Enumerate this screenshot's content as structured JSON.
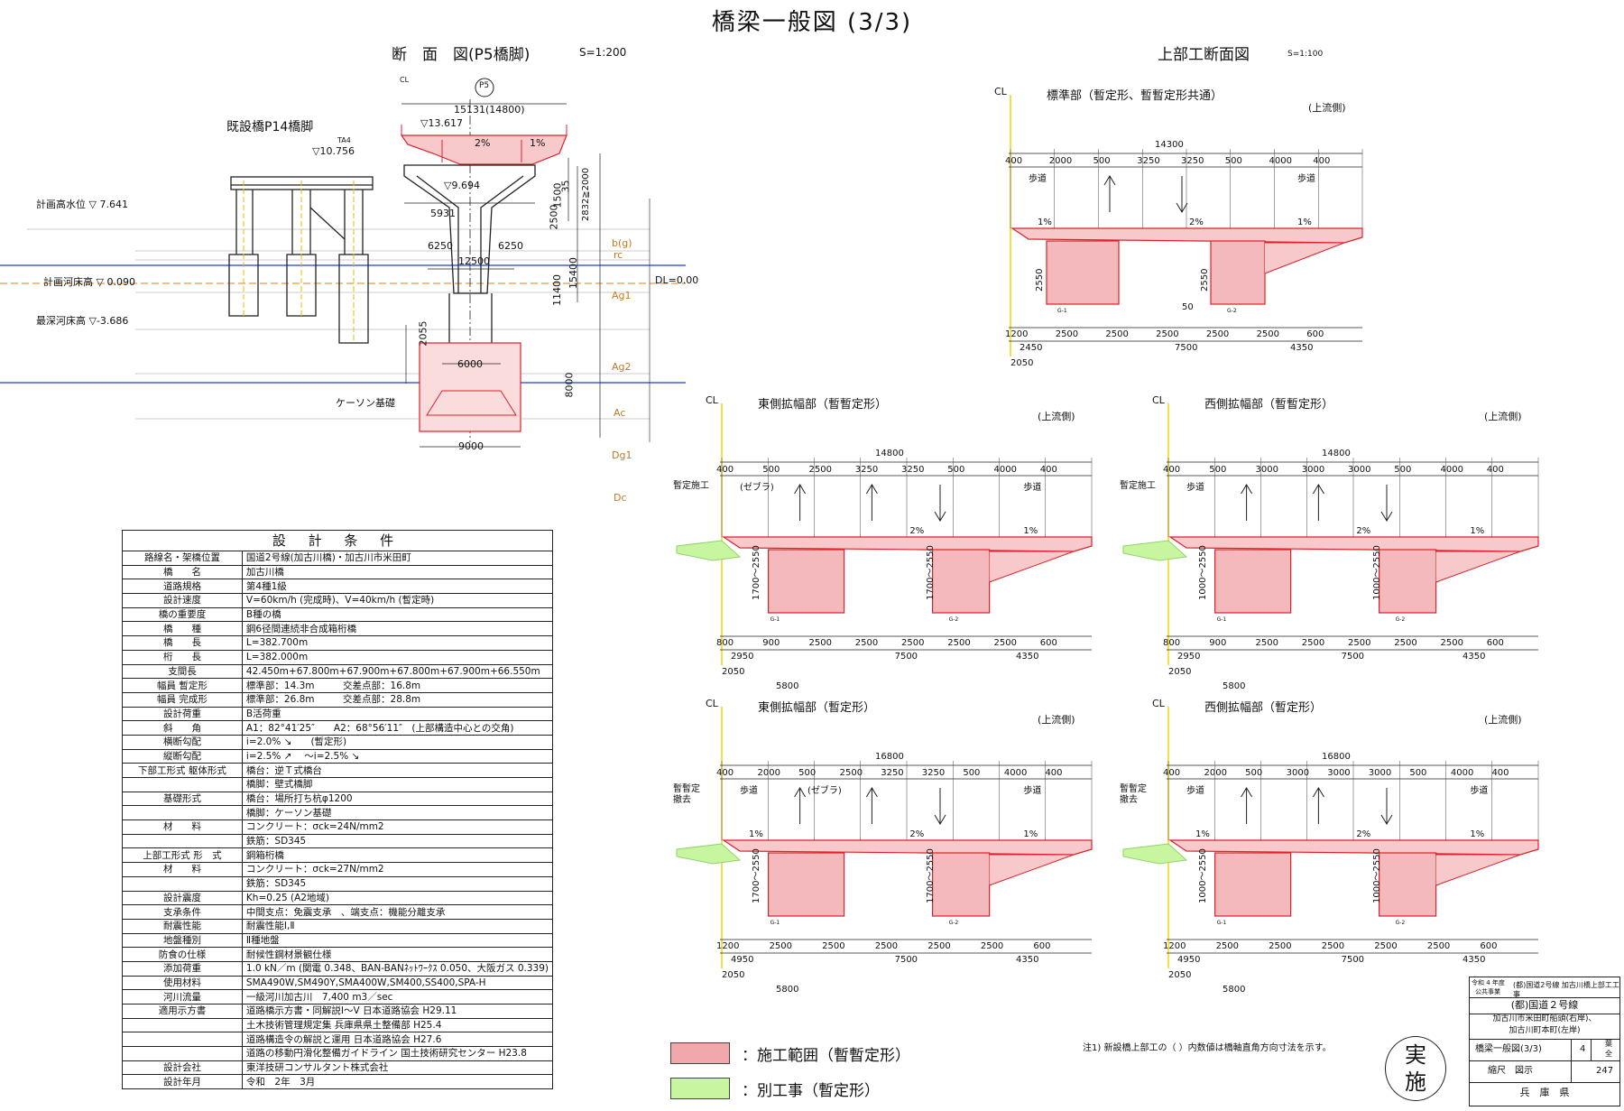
{
  "title": "橋梁一般図 (3/3)",
  "left_section": {
    "title": "断　面　図(P5橋脚)",
    "scale": "S=1:200",
    "existing_pier": "既設橋P14橋脚",
    "cl": "CL",
    "pier_tag": "P5",
    "ta": "TA4",
    "elev_existing": "▽10.756",
    "elev_top": "▽13.617",
    "elev_mid": "▽9.694",
    "width_top": "15131(14800)",
    "slope1": "2%",
    "slope2": "1%",
    "dims": {
      "d5931": "5931",
      "d6250a": "6250",
      "d6250b": "6250",
      "d12500": "12500",
      "d6000": "6000",
      "d9000": "9000",
      "d2055": "2055",
      "d8000": "8000",
      "d15400": "15400",
      "d11400": "11400",
      "d2500": "2500",
      "d1500": "1500",
      "d35": "35",
      "d2832": "2832≧2000"
    },
    "levels": [
      {
        "label": "計画高水位 ▽ 7.641"
      },
      {
        "label": "計画河床高 ▽ 0.090"
      },
      {
        "label": "最深河床高 ▽-3.686"
      }
    ],
    "dl": "DL=0.00",
    "strata": [
      "b(g)",
      "rc",
      "Ag1",
      "Ag2",
      "Ac",
      "Dg1",
      "Dc"
    ],
    "caisson": "ケーソン基礎"
  },
  "design_conditions": {
    "header": "設 計 条 件",
    "rows": [
      {
        "label": "路線名・架橋位置",
        "value": "国道2号線(加古川橋)・加古川市米田町"
      },
      {
        "label": "橋　　名",
        "value": "加古川橋"
      },
      {
        "label": "道路規格",
        "value": "第4種1級"
      },
      {
        "label": "設計速度",
        "value": "V=60km/h (完成時)、V=40km/h (暫定時)"
      },
      {
        "label": "橋の重要度",
        "value": "B種の橋"
      },
      {
        "label": "橋　　種",
        "value": "鋼6径間連続非合成箱桁橋"
      },
      {
        "label": "橋　　長",
        "value": "L=382.700m"
      },
      {
        "label": "桁　　長",
        "value": "L=382.000m"
      },
      {
        "label": "支間長",
        "value": "42.450m+67.800m+67.900m+67.800m+67.900m+66.550m"
      },
      {
        "label": "幅員 暫定形",
        "value": "標準部：14.3m　　　交差点部：16.8m"
      },
      {
        "label": "幅員 完成形",
        "value": "標準部：26.8m　　　交差点部：28.8m"
      },
      {
        "label": "設計荷重",
        "value": "B活荷重"
      },
      {
        "label": "斜　　角",
        "value": "A1：82°41′25″　　A2：68°56′11″　(上部構造中心との交角)"
      },
      {
        "label": "横断勾配",
        "value": "i=2.0% ↘　　(暫定形)"
      },
      {
        "label": "縦断勾配",
        "value": "i=2.5% ↗　 ～i=2.5% ↘"
      },
      {
        "label": "下部工形式 躯体形式",
        "value": "橋台：逆Ｔ式橋台"
      },
      {
        "label": "",
        "value": "橋脚：壁式橋脚"
      },
      {
        "label": "基礎形式",
        "value": "橋台：場所打ち杭φ1200"
      },
      {
        "label": "",
        "value": "橋脚：ケーソン基礎"
      },
      {
        "label": "材　　料",
        "value": "コンクリート：σck=24N/mm2"
      },
      {
        "label": "",
        "value": "鉄筋：SD345"
      },
      {
        "label": "上部工形式 形　式",
        "value": "鋼箱桁橋"
      },
      {
        "label": "材　　料",
        "value": "コンクリート：σck=27N/mm2"
      },
      {
        "label": "",
        "value": "鉄筋：SD345"
      },
      {
        "label": "設計震度",
        "value": "Kh=0.25 (A2地域)"
      },
      {
        "label": "支承条件",
        "value": "中間支点：免震支承　、端支点：機能分離支承"
      },
      {
        "label": "耐震性能",
        "value": "耐震性能Ⅰ,Ⅱ"
      },
      {
        "label": "地盤種別",
        "value": "Ⅱ種地盤"
      },
      {
        "label": "防食の仕様",
        "value": "耐候性鋼材景観仕様"
      },
      {
        "label": "添加荷重",
        "value": "1.0 kN／m (関電 0.348、BAN-BANﾈｯﾄﾜｰｸｽ 0.050、大阪ガス 0.339)"
      },
      {
        "label": "使用材料",
        "value": "SMA490W,SM490Y,SMA400W,SM400,SS400,SPA-H"
      },
      {
        "label": "河川流量",
        "value": "一級河川加古川　7,400 m3／sec"
      },
      {
        "label": "適用示方書",
        "value": "道路橋示方書・同解説Ⅰ～Ⅴ 日本道路協会 H29.11"
      },
      {
        "label": "",
        "value": "土木技術管理規定集 兵庫県県土整備部 H25.4"
      },
      {
        "label": "",
        "value": "道路構造令の解説と運用 日本道路協会 H27.6"
      },
      {
        "label": "",
        "value": "道路の移動円滑化整備ガイドライン 国土技術研究センター H23.8"
      },
      {
        "label": "設計会社",
        "value": "東洋技研コンサルタント株式会社"
      },
      {
        "label": "設計年月",
        "value": "令和　2年　3月"
      }
    ]
  },
  "right_section": {
    "title": "上部工断面図",
    "scale": "S=1:100",
    "panels": [
      {
        "title": "標準部（暫定形、暫暫定形共通）",
        "side": "(上流側)",
        "cl": "CL",
        "total": "14300",
        "top_dims": [
          "400",
          "2000",
          "500",
          "3250",
          "3250",
          "500",
          "4000",
          "400"
        ],
        "lane_labels": [
          "歩道",
          "歩道"
        ],
        "slopes": [
          "1%",
          "2%",
          "1%"
        ],
        "heights": [
          "2550",
          "2550"
        ],
        "bottom_dims": [
          "1200",
          "2500",
          "2500",
          "2500",
          "2500",
          "2500",
          "600"
        ],
        "sub_dims": [
          "2450",
          "7500",
          "4350"
        ],
        "extra_dims": [
          "2050"
        ],
        "mid_dim": "50",
        "girders": [
          "G-1",
          "G-2"
        ]
      },
      {
        "title": "東側拡幅部（暫暫定形）",
        "side": "(上流側)",
        "cl": "CL",
        "total": "14800",
        "top_dims": [
          "400",
          "500",
          "2500",
          "3250",
          "3250",
          "500",
          "4000",
          "400"
        ],
        "lane_labels": [
          "(ゼブラ)",
          "歩道"
        ],
        "note": "暫定施工",
        "slopes": [
          "2%",
          "1%"
        ],
        "heights": [
          "1700～2550",
          "1700～2550"
        ],
        "bottom_dims": [
          "800",
          "900",
          "2500",
          "2500",
          "2500",
          "2500",
          "2500",
          "600"
        ],
        "sub_dims": [
          "2950",
          "7500",
          "4350"
        ],
        "extra_dims": [
          "2050",
          "5800"
        ],
        "girders": [
          "G-1",
          "G-2"
        ]
      },
      {
        "title": "西側拡幅部（暫暫定形）",
        "side": "(上流側)",
        "cl": "CL",
        "total": "14800",
        "top_dims": [
          "400",
          "500",
          "3000",
          "3000",
          "3000",
          "500",
          "4000",
          "400"
        ],
        "lane_labels": [
          "歩道"
        ],
        "note": "暫定施工",
        "slopes": [
          "2%",
          "1%"
        ],
        "heights": [
          "1000～2550",
          "1000～2550"
        ],
        "bottom_dims": [
          "800",
          "900",
          "2500",
          "2500",
          "2500",
          "2500",
          "2500",
          "600"
        ],
        "sub_dims": [
          "2950",
          "7500",
          "4350"
        ],
        "extra_dims": [
          "2050",
          "5800"
        ],
        "girders": [
          "G-1",
          "G-2"
        ]
      },
      {
        "title": "東側拡幅部（暫定形）",
        "side": "(上流側)",
        "cl": "CL",
        "total": "16800",
        "top_dims": [
          "400",
          "2000",
          "500",
          "2500",
          "3250",
          "3250",
          "500",
          "4000",
          "400"
        ],
        "lane_labels": [
          "歩道",
          "(ゼブラ)",
          "歩道"
        ],
        "note": "暫暫定\n撤去",
        "slopes": [
          "1%",
          "2%",
          "1%"
        ],
        "heights": [
          "1700～2550",
          "1700～2550"
        ],
        "bottom_dims": [
          "1200",
          "2500",
          "2500",
          "2500",
          "2500",
          "2500",
          "600"
        ],
        "sub_dims": [
          "4950",
          "7500",
          "4350"
        ],
        "extra_dims": [
          "2050",
          "5800"
        ],
        "girders": [
          "G-1",
          "G-2"
        ]
      },
      {
        "title": "西側拡幅部（暫定形）",
        "side": "(上流側)",
        "cl": "CL",
        "total": "16800",
        "top_dims": [
          "400",
          "2000",
          "500",
          "3000",
          "3000",
          "3000",
          "500",
          "4000",
          "400"
        ],
        "lane_labels": [
          "歩道",
          "歩道"
        ],
        "note": "暫暫定\n撤去",
        "slopes": [
          "1%",
          "2%",
          "1%"
        ],
        "heights": [
          "1000～2550",
          "1000～2550"
        ],
        "bottom_dims": [
          "1200",
          "2500",
          "2500",
          "2500",
          "2500",
          "2500",
          "600"
        ],
        "sub_dims": [
          "4950",
          "7500",
          "4350"
        ],
        "extra_dims": [
          "2050",
          "5800"
        ],
        "girders": [
          "G-1",
          "G-2"
        ]
      }
    ]
  },
  "legend": [
    {
      "label": "：施工範囲（暫暫定形）",
      "color": "#f0a8ac"
    },
    {
      "label": "：別工事（暫定形）",
      "color": "#c8f5a0"
    }
  ],
  "note": "注1) 新設橋上部工の（ ）内数値は橋軸直角方向寸法を示す。",
  "stamp": [
    "実",
    "施"
  ],
  "title_block": {
    "year": "令和 4 年度",
    "type": "公共事業",
    "project": "(都)国道2号線 加古川橋上部工工事",
    "route": "(都)国道２号線",
    "location1": "加古川市米田町船頭(右岸)、",
    "location2": "加古川町本町(左岸)",
    "drawing": "橋梁一般図(3/3)",
    "sheet_no": "4",
    "sheet_label": "葉",
    "sheet_total_label": "全",
    "total": "247",
    "scale_label": "縮尺　図示",
    "org": "兵　庫　県"
  }
}
